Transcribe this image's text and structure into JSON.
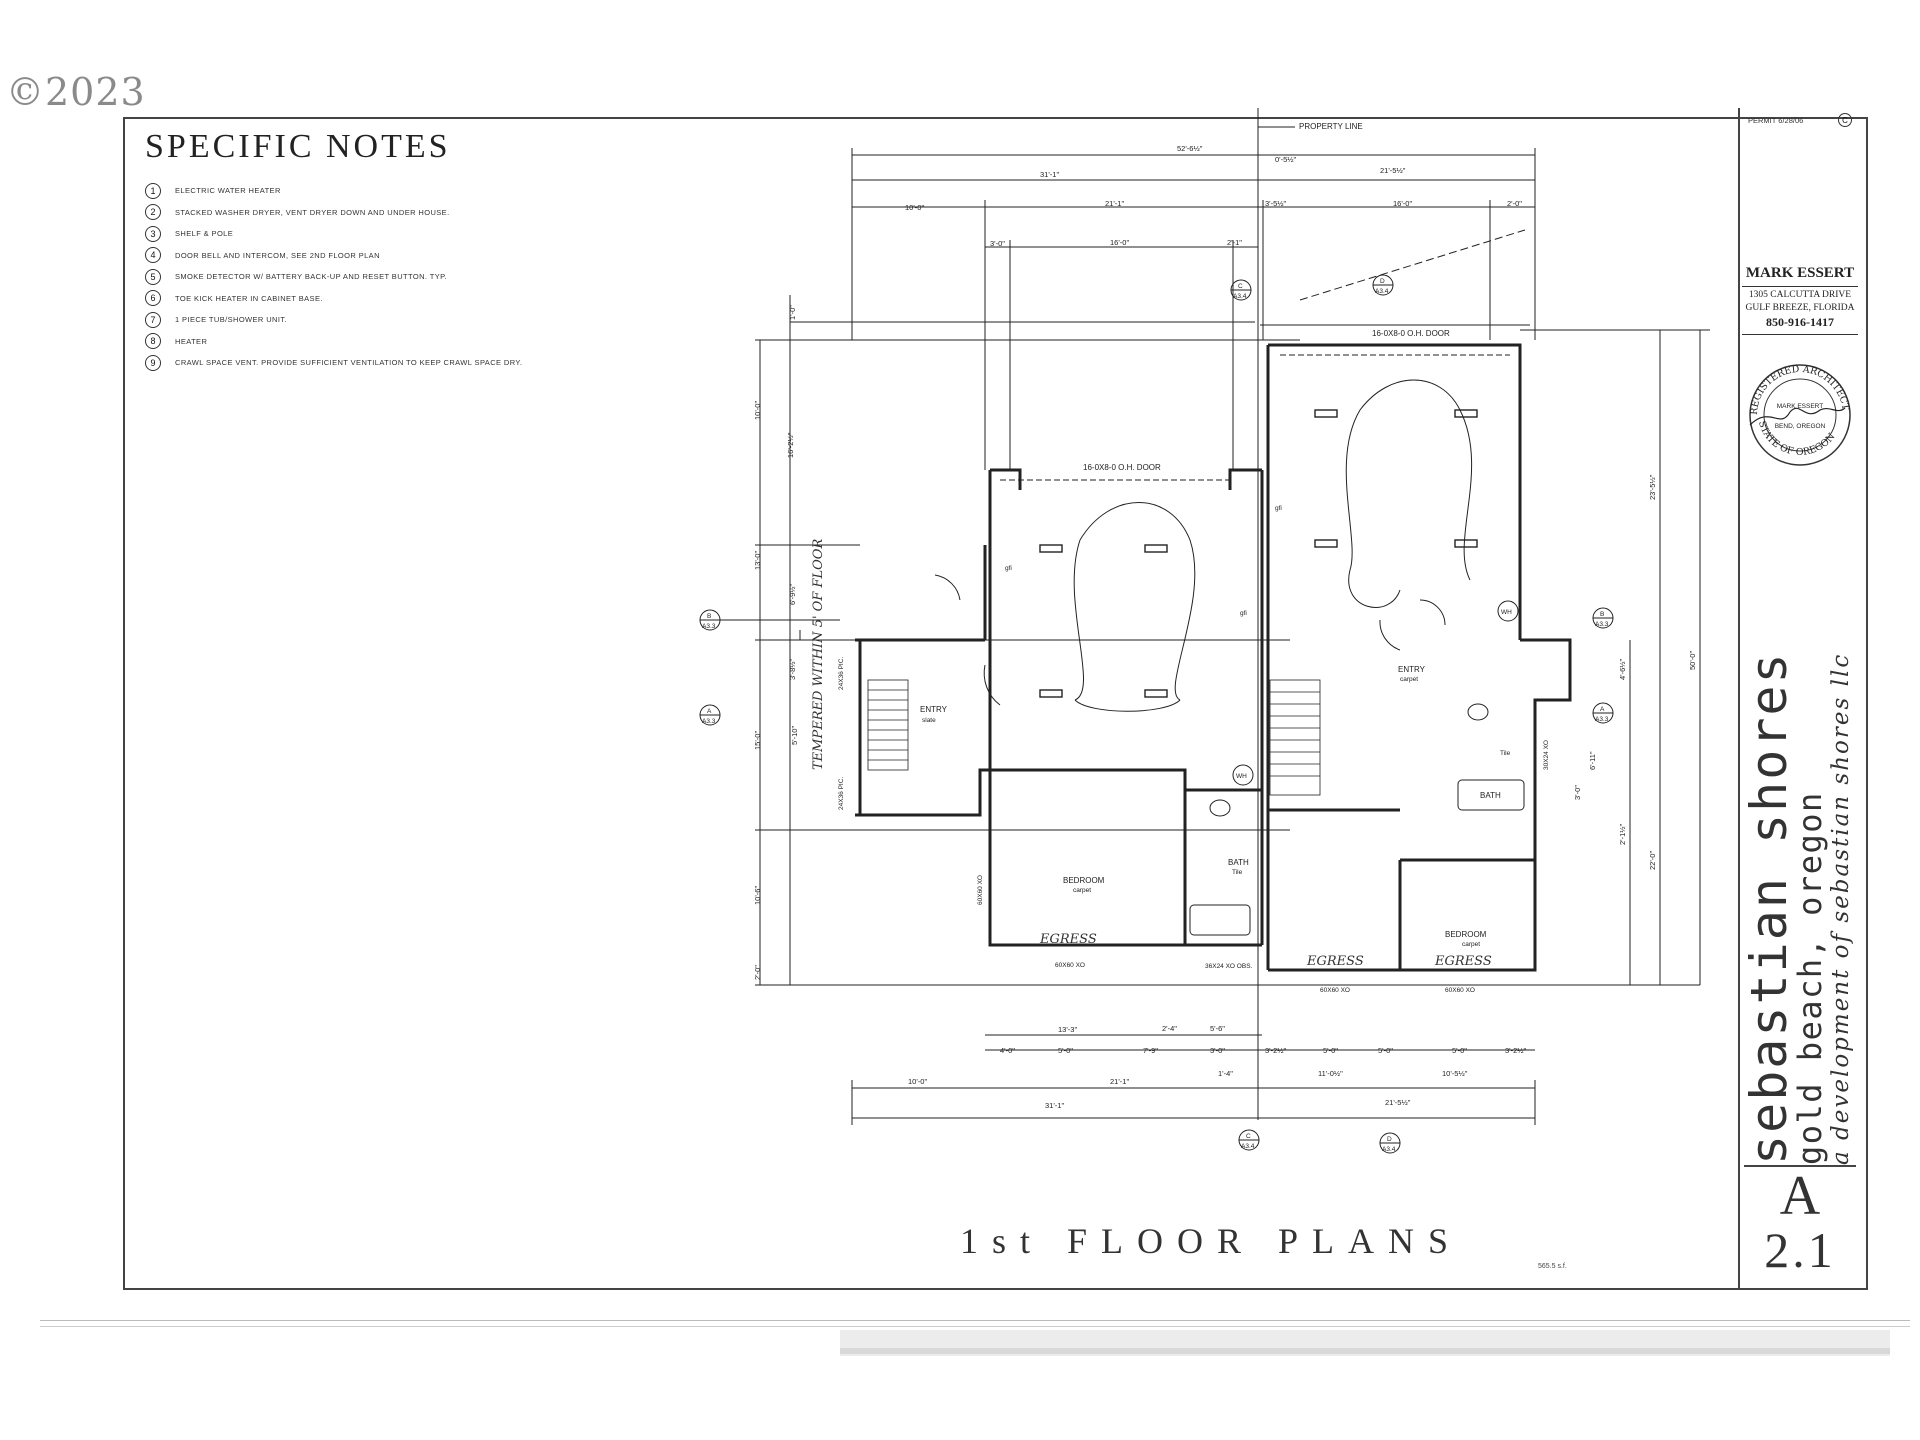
{
  "copyright": "©2023",
  "notes": {
    "title": "SPECIFIC NOTES",
    "items": [
      {
        "num": "1",
        "text": "ELECTRIC WATER HEATER"
      },
      {
        "num": "2",
        "text": "STACKED WASHER DRYER, VENT DRYER DOWN AND UNDER HOUSE."
      },
      {
        "num": "3",
        "text": "SHELF & POLE"
      },
      {
        "num": "4",
        "text": "DOOR BELL AND INTERCOM, SEE 2ND FLOOR PLAN"
      },
      {
        "num": "5",
        "text": "SMOKE DETECTOR W/ BATTERY BACK-UP AND RESET BUTTON. TYP."
      },
      {
        "num": "6",
        "text": "TOE KICK HEATER IN CABINET BASE."
      },
      {
        "num": "7",
        "text": "1 PIECE TUB/SHOWER UNIT."
      },
      {
        "num": "8",
        "text": "HEATER"
      },
      {
        "num": "9",
        "text": "CRAWL SPACE VENT. PROVIDE SUFFICIENT VENTILATION TO KEEP CRAWL SPACE DRY."
      }
    ]
  },
  "plan": {
    "title": "1st FLOOR PLANS",
    "area": "565.5 s.f.",
    "property_line": "PROPERTY LINE",
    "door_left": "16-0X8-0 O.H. DOOR",
    "door_right": "16-0X8-0 O.H. DOOR",
    "rooms": {
      "entry_left": "ENTRY",
      "entry_left_floor": "slate",
      "entry_right": "ENTRY",
      "entry_right_floor": "carpet",
      "bedroom_left": "BEDROOM",
      "bedroom_left_floor": "carpet",
      "bedroom_right": "BEDROOM",
      "bedroom_right_floor": "carpet",
      "bath_left": "BATH",
      "bath_left_floor": "Tile",
      "bath_right": "BATH",
      "bath_right_floor": "Tile",
      "egress_1": "EGRESS",
      "egress_2": "EGRESS",
      "egress_3": "EGRESS",
      "tempered": "TEMPERED WITHIN 5' OF FLOOR"
    },
    "windows": {
      "w1": "60X60 XO",
      "w2": "36X24 XO OBS.",
      "w3": "60X60 XO",
      "w4": "60X60 XO",
      "w5": "60X60 XO",
      "w6": "30X24 XO",
      "pic1": "24X36 PIC.",
      "pic2": "24X36 PIC."
    },
    "dims_top": {
      "d1": "52'-6½\"",
      "d2": "31'-1\"",
      "d3": "0'-5½\"",
      "d4": "21'-5½\"",
      "d5": "10'-0\"",
      "d6": "21'-1\"",
      "d7": "3'-5½\"",
      "d8": "16'-0\"",
      "d9": "2'-0\"",
      "d10": "3'-0\"",
      "d11": "16'-0\"",
      "d12": "2'-1\""
    },
    "dims_bottom": {
      "b1": "13'-3\"",
      "b2": "2'-4\"",
      "b3": "5'-6\"",
      "b4": "4'-0\"",
      "b5": "5'-0\"",
      "b6": "7'-9\"",
      "b7": "3'-0\"",
      "b8": "3'-2½\"",
      "b9": "5'-0\"",
      "b10": "5'-0\"",
      "b11": "5'-0\"",
      "b12": "3'-2½\"",
      "b13": "10'-0\"",
      "b14": "21'-1\"",
      "b15": "1'-4\"",
      "b16": "11'-0½\"",
      "b17": "10'-5½\"",
      "b18": "31'-1\"",
      "b19": "21'-5½\""
    },
    "dims_left": {
      "l1": "1'-0\"",
      "l2": "10'-0\"",
      "l3": "16'-2½\"",
      "l4": "13'-0\"",
      "l5": "6'-9½\"",
      "l6": "3'-8½\"",
      "l7": "15'-0\"",
      "l8": "5'-10\"",
      "l9": "10'-6\"",
      "l10": "2'-0\""
    },
    "dims_right": {
      "r1": "23'-5½\"",
      "r2": "50'-0\"",
      "r3": "4'-6½\"",
      "r4": "6'-11\"",
      "r5": "22'-0\"",
      "r6": "2'-1½\"",
      "r7": "3'-0\""
    },
    "section_marks": {
      "c_top": {
        "letter": "C",
        "sheet": "A3.4"
      },
      "d_top": {
        "letter": "D",
        "sheet": "A3.4"
      },
      "b_left": {
        "letter": "B",
        "sheet": "A3.3"
      },
      "a_left": {
        "letter": "A",
        "sheet": "A3.3"
      },
      "b_right": {
        "letter": "B",
        "sheet": "A3.3"
      },
      "a_right": {
        "letter": "A",
        "sheet": "A3.3"
      },
      "c_bottom": {
        "letter": "C",
        "sheet": "A3.4"
      },
      "d_bottom": {
        "letter": "D",
        "sheet": "A3.4"
      }
    },
    "gfi": "gfi",
    "wh": "WH"
  },
  "titleblock": {
    "permit": "PERMIT 6/28/06",
    "permit_mark": "C",
    "architect": "MARK ESSERT",
    "address1": "1305 CALCUTTA DRIVE",
    "address2": "GULF BREEZE, FLORIDA",
    "phone": "850-916-1417",
    "seal_top": "REGISTERED ARCHITECT",
    "seal_name": "MARK ESSERT",
    "seal_city": "BEND, OREGON",
    "seal_bottom": "STATE OF OREGON",
    "project_name": "sebastian shores",
    "project_place": "gold beach, oregon",
    "project_dev": "a development of sebastian shores llc",
    "sheet_letter": "A",
    "sheet_number": "2.1"
  }
}
